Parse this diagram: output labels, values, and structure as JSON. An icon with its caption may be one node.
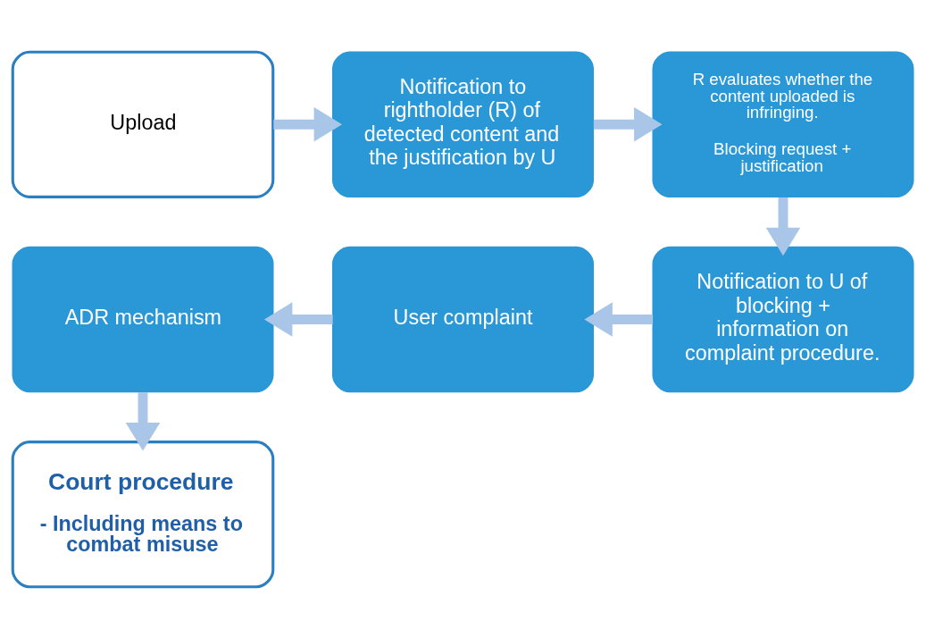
{
  "diagram": {
    "nodes": [
      {
        "text": [
          "Upload"
        ]
      },
      {
        "text": [
          "Notification to rightholder (R) of detected content and the justification by U"
        ]
      },
      {
        "text": [
          "R evaluates whether the content uploaded is infringing.",
          "Blocking request + justification"
        ]
      },
      {
        "text": [
          "Notification to U of blocking + information on complaint procedure."
        ]
      },
      {
        "text": [
          "User complaint"
        ]
      },
      {
        "text": [
          "ADR mechanism"
        ]
      },
      {
        "text": [
          "Court procedure",
          "- Including means to combat misuse"
        ]
      }
    ],
    "edges": [
      {
        "from": 0,
        "to": 1,
        "arrow": "to"
      },
      {
        "from": 1,
        "to": 2,
        "arrow": "to"
      },
      {
        "from": 2,
        "to": 3,
        "arrow": "to"
      },
      {
        "from": 3,
        "to": 4,
        "arrow": "to"
      },
      {
        "from": 4,
        "to": 5,
        "arrow": "to"
      },
      {
        "from": 5,
        "to": 6,
        "arrow": "to"
      }
    ]
  }
}
